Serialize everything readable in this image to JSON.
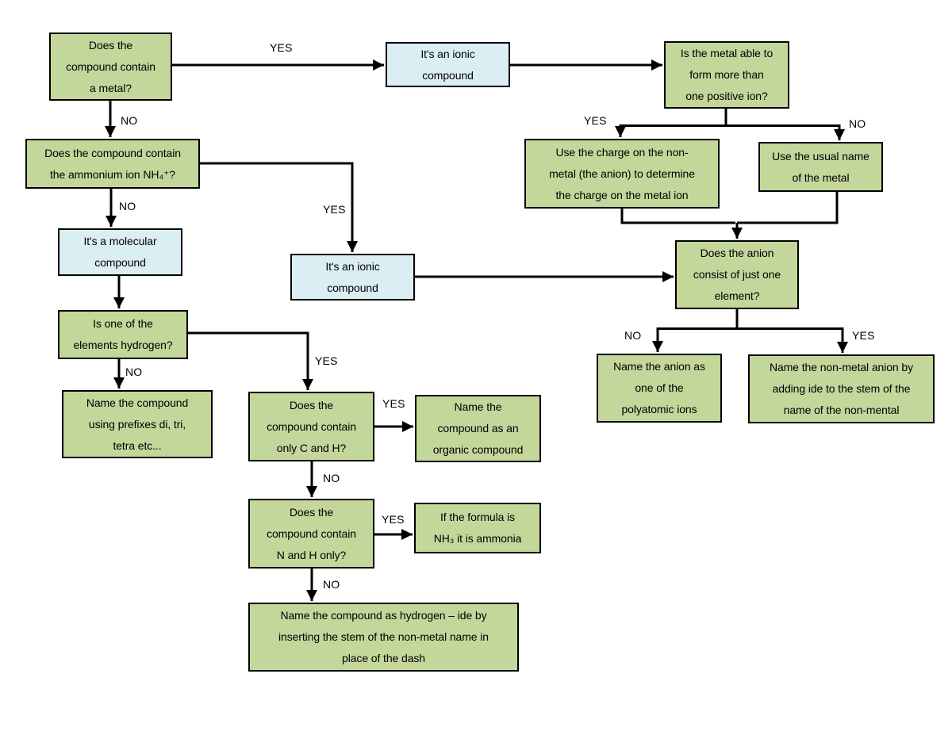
{
  "colors": {
    "question_box_fill": "#c4d79b",
    "statement_box_fill": "#dbeef4",
    "line_color": "#000000",
    "background": "#ffffff"
  },
  "nodes": {
    "q_metal": {
      "label": "Does the\ncompound contain\na metal?"
    },
    "s_ionic1": {
      "label": "It's an ionic\ncompound"
    },
    "q_multi_ion": {
      "label": "Is the metal able to\nform more than\none positive ion?"
    },
    "s_charge": {
      "label": "Use the charge on the non-\nmetal (the anion) to determine\nthe charge on the metal ion"
    },
    "s_usual_name": {
      "label": "Use the usual name\nof the metal"
    },
    "q_anion_one": {
      "label": "Does the anion\nconsist of just one\nelement?"
    },
    "s_polyatomic": {
      "label": "Name the anion as\none of the\npolyatomic ions"
    },
    "s_ide_stem": {
      "label": "Name the non-metal anion by\nadding ide to the stem of the\nname of the non-mental"
    },
    "q_ammonium": {
      "label": "Does the compound contain\nthe ammonium ion NH₄⁺?"
    },
    "s_molecular": {
      "label": "It's a molecular\ncompound"
    },
    "q_hydrogen": {
      "label": "Is one of the\nelements hydrogen?"
    },
    "s_prefixes": {
      "label": "Name the compound\nusing prefixes di, tri,\ntetra etc..."
    },
    "s_ionic2": {
      "label": "It's an ionic\ncompound"
    },
    "q_ch": {
      "label": "Does the\ncompound contain\nonly C and H?"
    },
    "s_organic": {
      "label": "Name the\ncompound as an\norganic compound"
    },
    "q_nh": {
      "label": "Does the\ncompound contain\nN and H only?"
    },
    "s_ammonia": {
      "label": "If the formula is\nNH₃ it is ammonia"
    },
    "s_hydride": {
      "label": "Name the compound as hydrogen – ide by\ninserting the stem of the non-metal name in\nplace of the dash"
    }
  },
  "edge_labels": {
    "yes_metal": "YES",
    "no_metal": "NO",
    "no_ammonium": "NO",
    "yes_ammonium": "YES",
    "yes_multi": "YES",
    "no_multi": "NO",
    "no_anion": "NO",
    "yes_anion": "YES",
    "no_hydrogen": "NO",
    "yes_hydrogen": "YES",
    "yes_ch": "YES",
    "no_ch": "NO",
    "yes_nh": "YES",
    "no_nh": "NO"
  }
}
